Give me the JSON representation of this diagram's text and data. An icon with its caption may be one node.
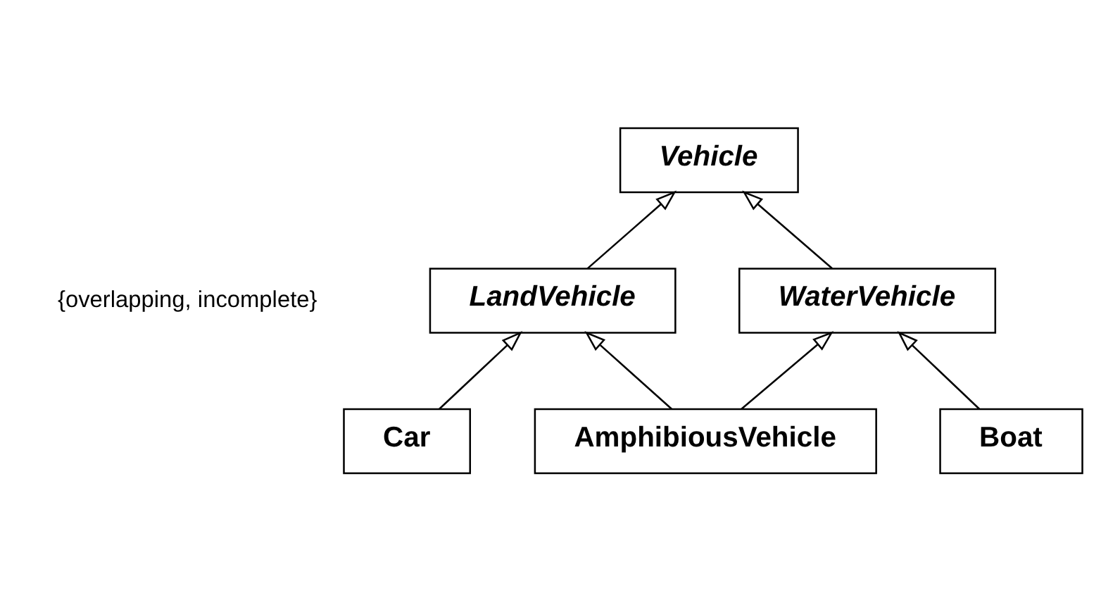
{
  "diagram": {
    "nodes": [
      {
        "text": [
          "Vehicle"
        ]
      },
      {
        "text": [
          "LandVehicle"
        ]
      },
      {
        "text": [
          "WaterVehicle"
        ]
      },
      {
        "text": [
          "Car"
        ]
      },
      {
        "text": [
          "AmphibiousVehicle"
        ]
      },
      {
        "text": [
          "Boat"
        ]
      }
    ],
    "edges": [
      {
        "from": 1,
        "to": 0,
        "arrow": "to"
      },
      {
        "from": 2,
        "to": 0,
        "arrow": "to"
      },
      {
        "from": 3,
        "to": 1,
        "arrow": "to"
      },
      {
        "from": 4,
        "to": 1,
        "arrow": "to"
      },
      {
        "from": 4,
        "to": 2,
        "arrow": "to"
      },
      {
        "from": 5,
        "to": 2,
        "arrow": "to"
      }
    ],
    "labels": [
      "{overlapping, incomplete}"
    ]
  }
}
